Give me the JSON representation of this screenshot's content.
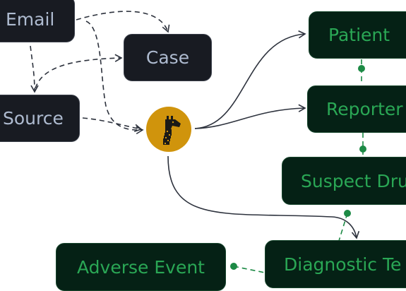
{
  "nodes": {
    "email": "Email",
    "case": "Case",
    "source": "Source",
    "patient": "Patient",
    "reporter": "Reporter",
    "suspect_drug": "Suspect Dru",
    "diagnostic_test": "Diagnostic Te",
    "adverse_event": "Adverse Event"
  },
  "colors": {
    "dark_node": "#181b22",
    "dark_text": "#aebbd0",
    "green_node": "#052115",
    "green_text": "#2aa755",
    "hub": "#d0940c"
  },
  "icons": {
    "hub": "giraffe-icon"
  }
}
